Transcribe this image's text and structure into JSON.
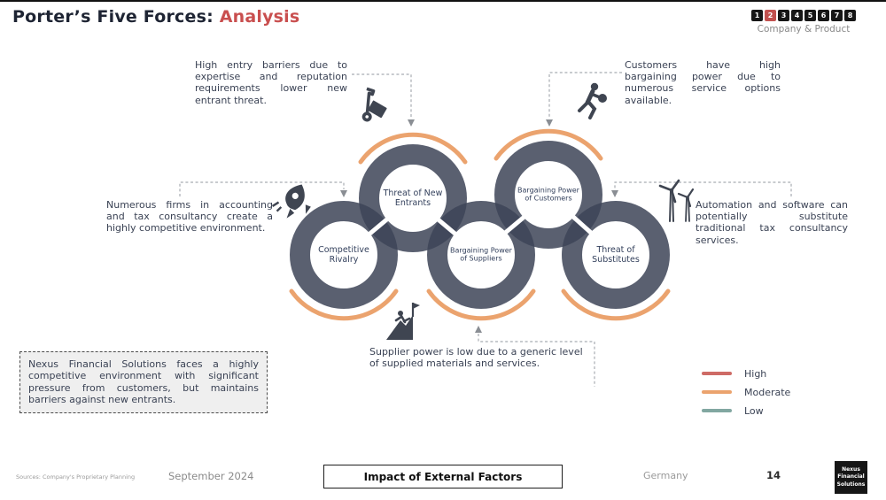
{
  "header": {
    "title": "Porter’s Five Forces:",
    "title_accent": " Analysis",
    "pager": {
      "pages": [
        "1",
        "2",
        "3",
        "4",
        "5",
        "6",
        "7",
        "8"
      ],
      "active_page": "2",
      "caption": "Company & Product"
    }
  },
  "diagram": {
    "forces": [
      {
        "label": "Competitive Rivalry",
        "intensity": "Moderate"
      },
      {
        "label": "Threat of New Entrants",
        "intensity": "Moderate"
      },
      {
        "label": "Bargaining Power of Suppliers",
        "intensity": "Moderate"
      },
      {
        "label": "Bargaining Power of Customers",
        "intensity": "Moderate"
      },
      {
        "label": "Threat of Substitutes",
        "intensity": "Moderate"
      }
    ],
    "annotations": {
      "new_entrants": "High entry barriers due to expertise and reputation requirements lower new entrant threat.",
      "customers": "Customers have high bargaining power due to numerous service options available.",
      "rivalry": "Numerous firms in accounting and tax consultancy create a highly competitive environment.",
      "substitutes": "Automation and software can potentially substitute traditional tax consultancy services.",
      "suppliers": "Supplier power is low due to a generic level of supplied materials and services."
    },
    "icon_names": [
      "hand-truck-icon",
      "running-person-icon",
      "rocket-icon",
      "wind-turbine-icon",
      "mountain-climber-icon"
    ]
  },
  "legend": {
    "items": [
      {
        "label": "High",
        "color": "#CE6B66"
      },
      {
        "label": "Moderate",
        "color": "#EBA36E"
      },
      {
        "label": "Low",
        "color": "#82A7A1"
      }
    ]
  },
  "insight": "Nexus Financial Solutions faces a highly competitive environment with significant pressure from customers, but maintains barriers against new entrants.",
  "footer": {
    "sources": "Sources: Company's Proprietary Planning",
    "date": "September 2024",
    "tagline": "Impact of External Factors",
    "region": "Germany",
    "page_number": "14",
    "logo": "Nexus Financial Solutions"
  },
  "colors": {
    "ring": "#3D4457",
    "arc_moderate": "#EBA36E",
    "accent": "#C94F4F",
    "icon": "#3F4551",
    "connector": "#A8ACB2"
  }
}
